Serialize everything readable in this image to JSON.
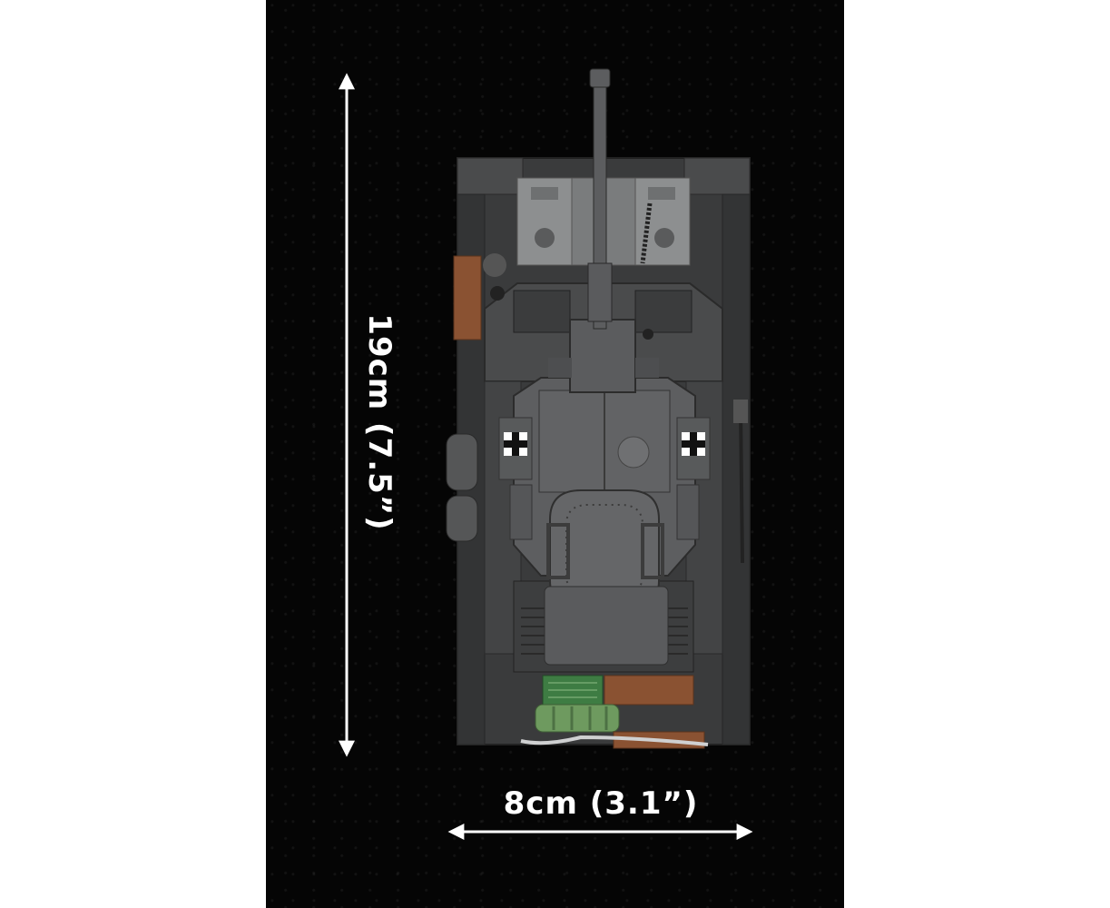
{
  "dimensions": {
    "height_label": "19cm (7.5”)",
    "width_label": "8cm (3.1”)"
  },
  "colors": {
    "background_panel": "#050505",
    "page": "#ffffff",
    "hull_dark": "#3c3d3d",
    "hull_mid": "#4d4e4f",
    "hull_light": "#646566",
    "crate_brown": "#8a5232",
    "mesh_green": "#3e7c43",
    "barrel_green": "#6e9a5f",
    "arrow_white": "#ffffff"
  },
  "subject": {
    "insignia": [
      "balkenkreuz-left",
      "balkenkreuz-right"
    ]
  }
}
